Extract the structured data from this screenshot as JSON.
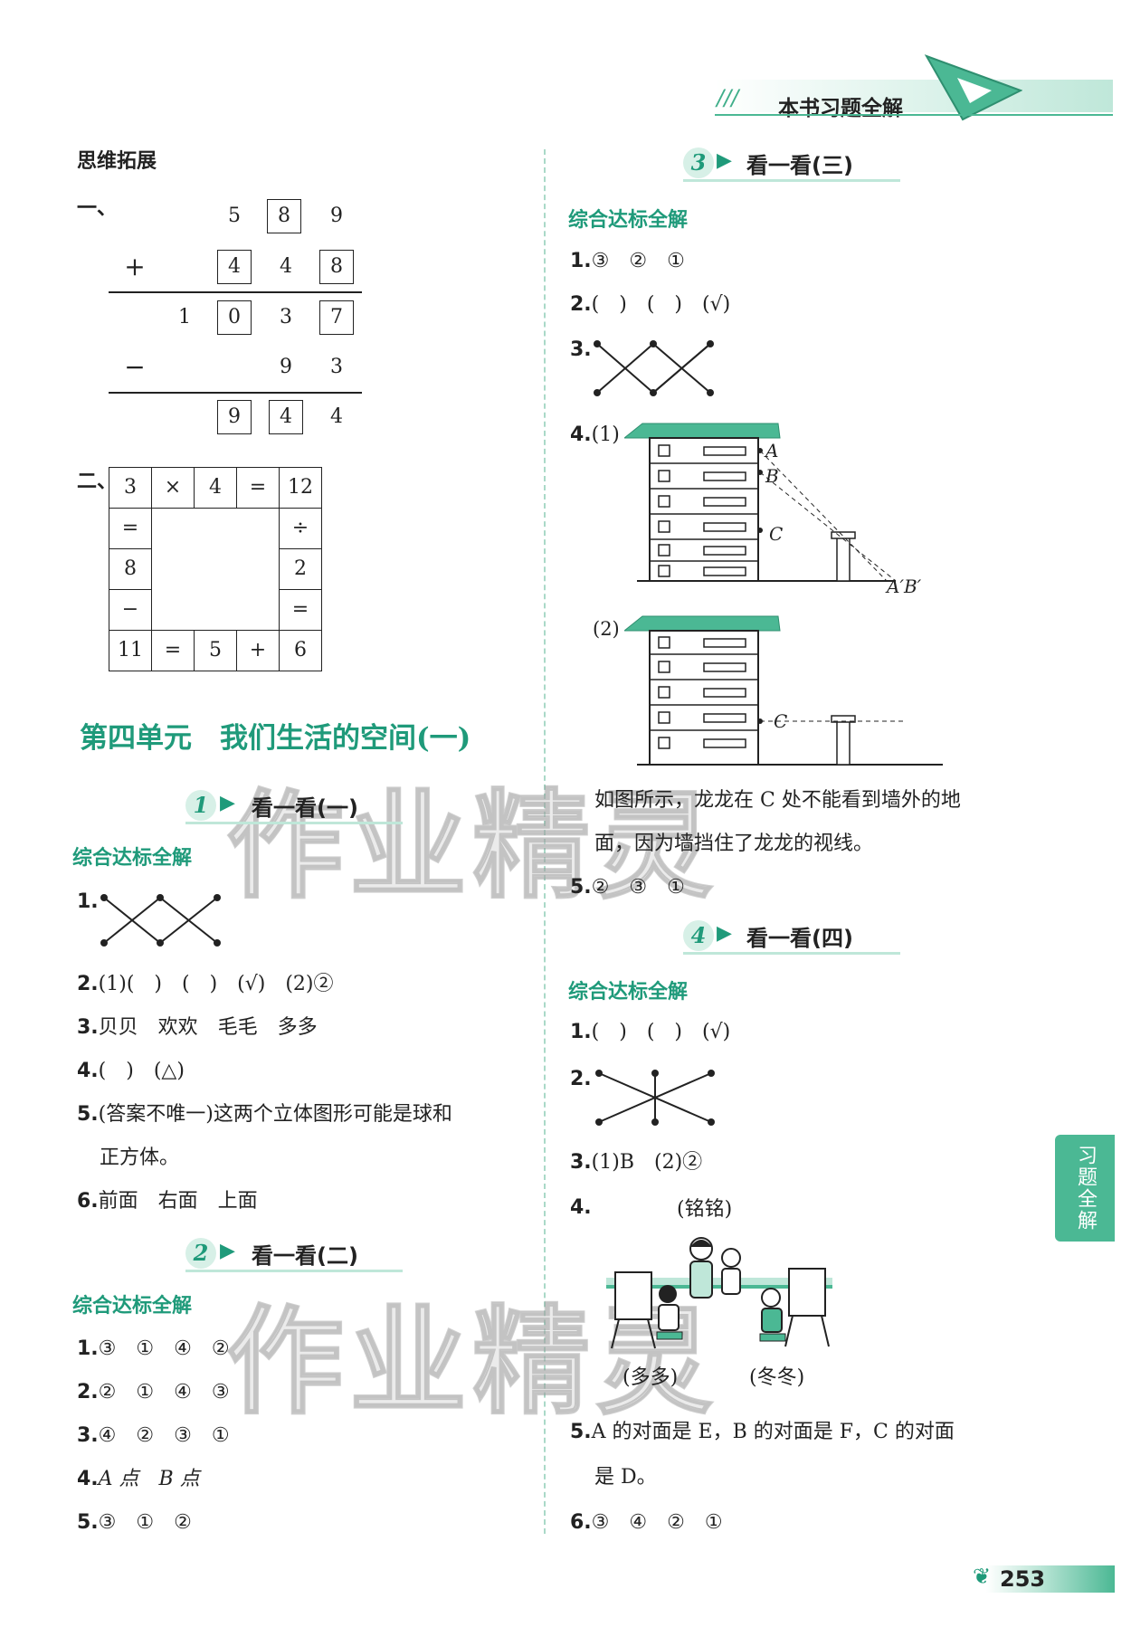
{
  "header": {
    "title": "本书习题全解"
  },
  "side_tab": {
    "label": "习题全解"
  },
  "page_number": "253",
  "watermark": "作业精灵",
  "left": {
    "thinking_title": "思维拓展",
    "q1_label": "一、",
    "addition": {
      "row1": [
        "5",
        "8",
        "9"
      ],
      "row2_sign": "+",
      "row2": [
        "4",
        "4",
        "8"
      ],
      "row3": [
        "1",
        "0",
        "3",
        "7"
      ],
      "row4_sign": "−",
      "row4": [
        "9",
        "3"
      ],
      "row5": [
        "9",
        "4",
        "4"
      ]
    },
    "q2_label": "二、",
    "grid": {
      "top": [
        "3",
        "×",
        "4",
        "=",
        "12"
      ],
      "left": [
        "=",
        "8",
        "−"
      ],
      "right": [
        "÷",
        "2",
        "="
      ],
      "bottom": [
        "11",
        "=",
        "5",
        "+",
        "6"
      ]
    },
    "unit_title": "第四单元　我们生活的空间(一)",
    "lesson1": {
      "num": "1",
      "title": "看一看(一)"
    },
    "section1": "综合达标全解",
    "l1_items": [
      {
        "n": "1.",
        "text": ""
      },
      {
        "n": "2.",
        "text": "(1)(　)　(　)　(√)　(2)②"
      },
      {
        "n": "3.",
        "text": "贝贝　欢欢　毛毛　多多"
      },
      {
        "n": "4.",
        "text": "(　)　(△)"
      },
      {
        "n": "5.",
        "text": "(答案不唯一)这两个立体图形可能是球和"
      },
      {
        "n": "",
        "text": "正方体。"
      },
      {
        "n": "6.",
        "text": "前面　右面　上面"
      }
    ],
    "lesson2": {
      "num": "2",
      "title": "看一看(二)"
    },
    "section2": "综合达标全解",
    "l2_items": [
      {
        "n": "1.",
        "text": "③　①　④　②"
      },
      {
        "n": "2.",
        "text": "②　①　④　③"
      },
      {
        "n": "3.",
        "text": "④　②　③　①"
      },
      {
        "n": "4.",
        "text": "A 点　B 点"
      },
      {
        "n": "5.",
        "text": "③　①　②"
      }
    ]
  },
  "right": {
    "lesson3": {
      "num": "3",
      "title": "看一看(三)"
    },
    "section3": "综合达标全解",
    "l3_items": [
      {
        "n": "1.",
        "text": "③　②　①"
      },
      {
        "n": "2.",
        "text": "(　)　(　)　(√)"
      },
      {
        "n": "3.",
        "text": ""
      },
      {
        "n": "4.",
        "text": "(1)"
      }
    ],
    "fig1_labels": {
      "a": "A",
      "b": "B",
      "c": "C",
      "ab": "A′B′"
    },
    "fig2_label": "(2)",
    "fig2_c": "C",
    "explain1": "如图所示，龙龙在 C 处不能看到墙外的地",
    "explain2": "面，因为墙挡住了龙龙的视线。",
    "q5": {
      "n": "5.",
      "text": "②　③　①"
    },
    "lesson4": {
      "num": "4",
      "title": "看一看(四)"
    },
    "section4": "综合达标全解",
    "l4_items": [
      {
        "n": "1.",
        "text": "(　)　(　)　(√)"
      },
      {
        "n": "2.",
        "text": ""
      },
      {
        "n": "3.",
        "text": "(1)B　(2)②"
      },
      {
        "n": "4.",
        "text": ""
      }
    ],
    "name_top": "(铭铭)",
    "name_left": "(多多)",
    "name_right": "(冬冬)",
    "q5_4": {
      "n": "5.",
      "text": "A 的对面是 E，B 的对面是 F，C 的对面"
    },
    "q5_4b": "是 D。",
    "q6_4": {
      "n": "6.",
      "text": "③　④　②　①"
    }
  }
}
